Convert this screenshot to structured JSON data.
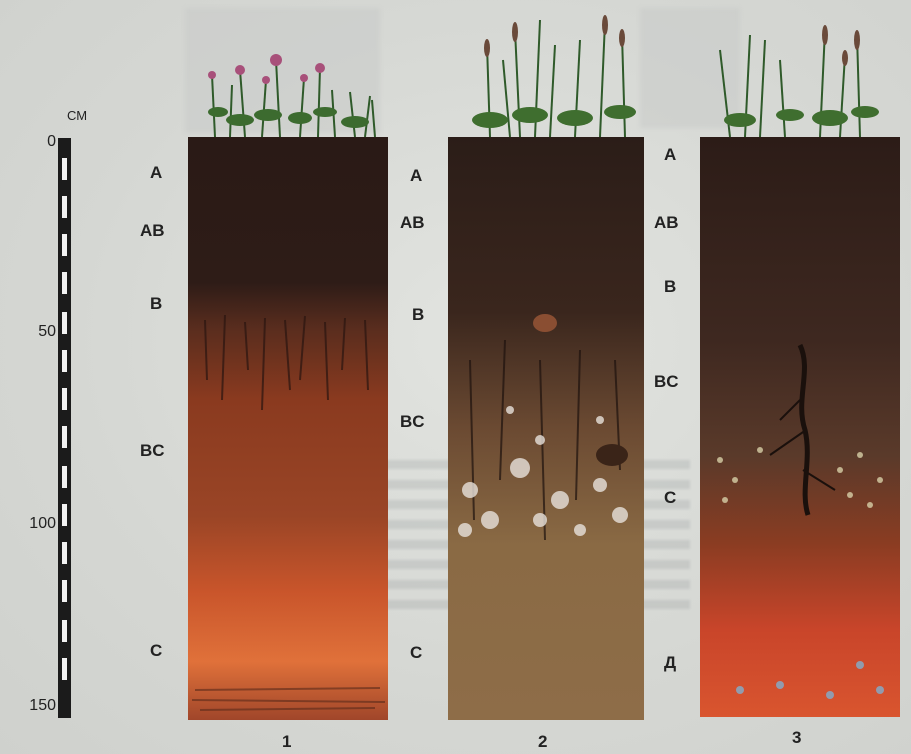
{
  "scale": {
    "unit": "СМ",
    "ticks": [
      "0",
      "50",
      "100",
      "150"
    ]
  },
  "profiles": [
    {
      "number": "1",
      "horizons": [
        "A",
        "AB",
        "B",
        "BC",
        "C"
      ]
    },
    {
      "number": "2",
      "horizons": [
        "A",
        "AB",
        "B",
        "BC",
        "C"
      ]
    },
    {
      "number": "3",
      "horizons": [
        "A",
        "AB",
        "B",
        "BC",
        "C",
        "Д"
      ]
    }
  ]
}
